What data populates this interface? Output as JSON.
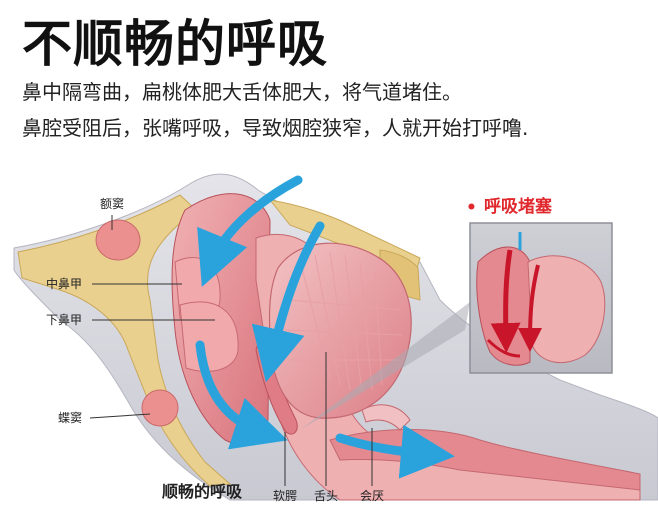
{
  "title": "不顺畅的呼吸",
  "description": {
    "line1": "鼻中隔弯曲，扁桃体肥大舌体肥大，将气道堵住。",
    "line2": "鼻腔受阻后，张嘴呼吸，导致烟腔狭窄，人就开始打呼噜."
  },
  "labels": {
    "frontal_sinus": "额窦",
    "middle_turbinate": "中鼻甲",
    "inferior_turbinate": "下鼻甲",
    "sphenoid_sinus": "蝶窦",
    "soft_palate": "软腭",
    "tongue": "舌头",
    "epiglottis": "会厌",
    "caption": "顺畅的呼吸"
  },
  "inset": {
    "title": "呼吸堵塞",
    "bullet": "•"
  },
  "colors": {
    "airflow": "#2aa3dd",
    "accent_red": "#e0282d",
    "tissue": "#e8959a",
    "bone": "#e9d08e",
    "skin": "#d7d7df"
  }
}
